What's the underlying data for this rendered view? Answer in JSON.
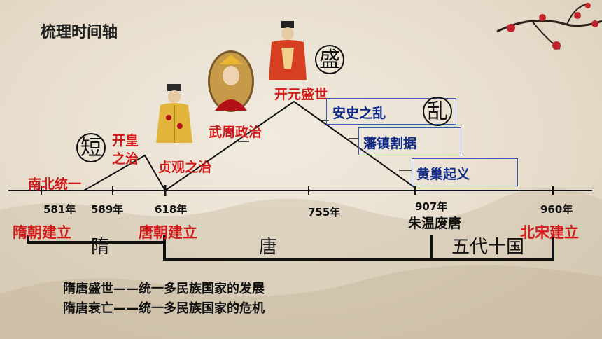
{
  "title": "梳理时间轴",
  "years": {
    "y581": "581年",
    "y589": "589年",
    "y618": "618年",
    "y755": "755年",
    "y907": "907年",
    "y960": "960年"
  },
  "red_labels": {
    "nanbei": "南北统一",
    "kaihuang_1": "开皇",
    "kaihuang_2": "之治",
    "zhenguan": "贞观之治",
    "wuzhou": "武周政治",
    "kaiyuan": "开元盛世",
    "sui_founded": "隋朝建立",
    "tang_founded": "唐朝建立",
    "song_founded": "北宋建立"
  },
  "black_labels": {
    "zhuwen": "朱温废唐"
  },
  "blue_events": {
    "anshi": "安史之乱",
    "fanzhen": "藩镇割据",
    "huangchao": "黄巢起义"
  },
  "circled": {
    "duan": "短",
    "sheng": "盛",
    "luan": "乱"
  },
  "periods": {
    "sui": "隋",
    "tang": "唐",
    "wudai": "五代十国"
  },
  "summary": {
    "line1": "隋唐盛世——统一多民族国家的发展",
    "line2": "隋唐衰亡——统一多民族国家的危机"
  },
  "colors": {
    "red": "#d11a1a",
    "navy": "#102a8a",
    "box_border": "#3a56b5"
  },
  "images": [
    "emperor-taizong-portrait",
    "empress-wu-portrait",
    "emperor-xuanzong-portrait",
    "plum-blossom-decoration"
  ]
}
